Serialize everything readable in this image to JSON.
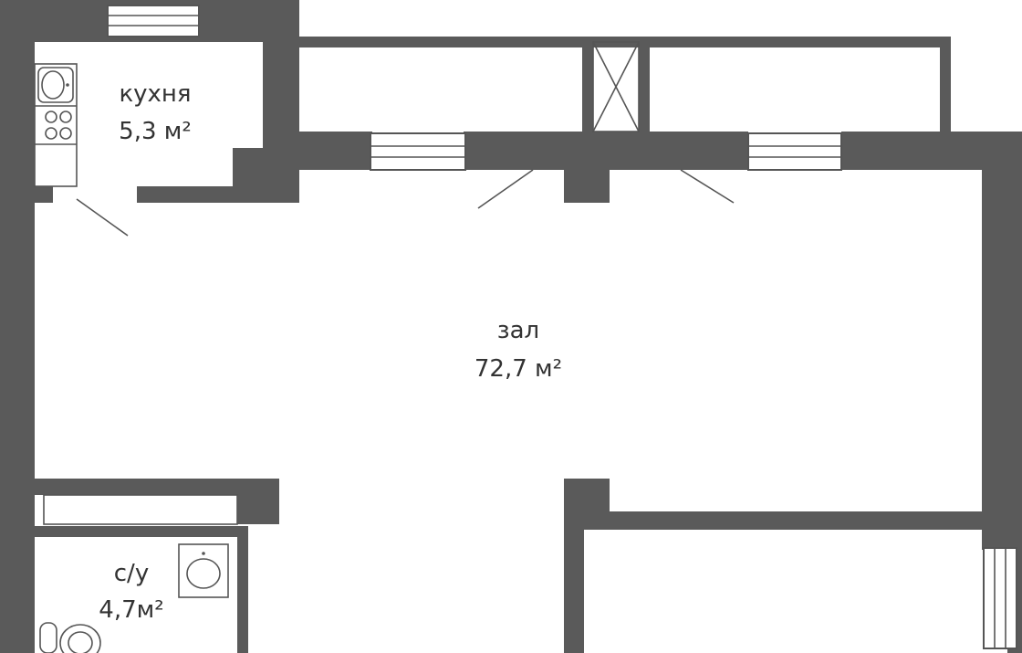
{
  "colors": {
    "wall": "#5a5a5a",
    "background": "#ffffff",
    "text": "#333333",
    "fixture_stroke": "#555555"
  },
  "rooms": [
    {
      "id": "kitchen",
      "name": "кухня",
      "area": "5,3 м²"
    },
    {
      "id": "hall",
      "name": "зал",
      "area": "72,7 м²"
    },
    {
      "id": "bathroom",
      "name": "с/у",
      "area": "4,7м²"
    }
  ],
  "icons": [
    "sink-icon",
    "stove-icon",
    "toilet-icon",
    "washbasin-icon",
    "ventilation-shaft-icon"
  ]
}
